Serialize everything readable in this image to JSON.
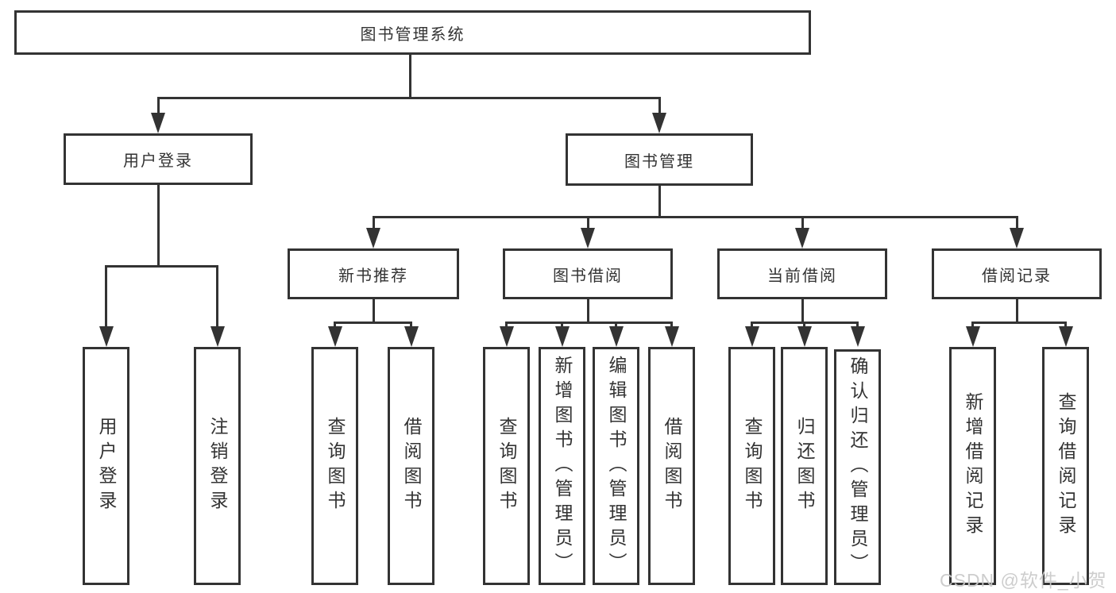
{
  "tree": {
    "label": "图书管理系统",
    "children": [
      {
        "label": "用户登录",
        "children": [
          {
            "label": "用户登录"
          },
          {
            "label": "注销登录"
          }
        ]
      },
      {
        "label": "图书管理",
        "children": [
          {
            "label": "新书推荐",
            "children": [
              {
                "label": "查询图书"
              },
              {
                "label": "借阅图书"
              }
            ]
          },
          {
            "label": "图书借阅",
            "children": [
              {
                "label": "查询图书"
              },
              {
                "label": "新增图书（管理员）"
              },
              {
                "label": "编辑图书（管理员）"
              },
              {
                "label": "借阅图书"
              }
            ]
          },
          {
            "label": "当前借阅",
            "children": [
              {
                "label": "查询图书"
              },
              {
                "label": "归还图书"
              },
              {
                "label": "确认归还（管理员）"
              }
            ]
          },
          {
            "label": "借阅记录",
            "children": [
              {
                "label": "新增借阅记录"
              },
              {
                "label": "查询借阅记录"
              }
            ]
          }
        ]
      }
    ]
  },
  "watermark": "CSDN @软件_小贺同学",
  "colors": {
    "line": "#333333",
    "text": "#333333",
    "box_background": "#ffffff",
    "watermark": "#c9c9c9",
    "background": "#ffffff"
  }
}
